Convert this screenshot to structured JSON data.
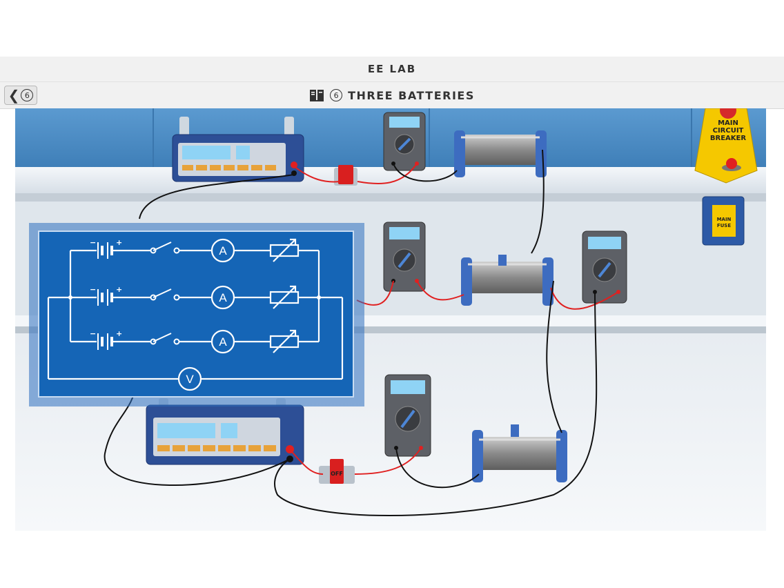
{
  "app": {
    "title": "EE LAB"
  },
  "nav": {
    "back_number": "6",
    "experiment_number": "6",
    "experiment_title": "THREE BATTERIES"
  },
  "scene": {
    "breaker_text": [
      "MAIN",
      "CIRCUIT",
      "BREAKER"
    ],
    "fuse_text": [
      "MAIN",
      "FUSE"
    ],
    "switch_label": "OFF",
    "schematic_symbols": {
      "ammeter": "A",
      "voltmeter": "V",
      "plus": "+",
      "minus": "−"
    }
  },
  "colors": {
    "wall": "#4f8fc5",
    "shelf": "#e9eef3",
    "schematic_bg": "#1565b6",
    "instrument_blue": "#2d4f96",
    "wire_red": "#e02020",
    "wire_black": "#111111",
    "breaker_yellow": "#f5c800"
  },
  "icons": [
    "back-chevron-icon",
    "book-icon",
    "number-circle-icon"
  ]
}
